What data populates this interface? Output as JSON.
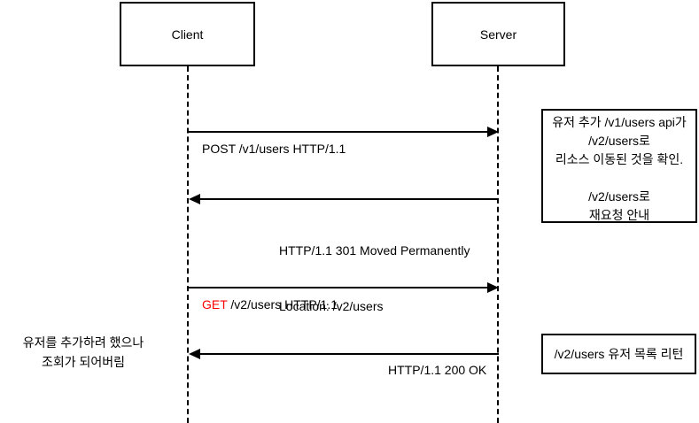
{
  "diagram": {
    "actors": {
      "client": "Client",
      "server": "Server"
    },
    "messages": {
      "post_v1": "POST /v1/users HTTP/1.1",
      "moved_301_line1": "HTTP/1.1 301 Moved Permanently",
      "moved_301_line2": "Location: /v2/users",
      "get_v2_method": "GET",
      "get_v2_rest": " /v2/users HTTP/1.1",
      "ok_200": "HTTP/1.1 200 OK"
    },
    "notes": {
      "server_note_lines": [
        "유저 추가 /v1/users api가",
        "/v2/users로",
        "리소스 이동된 것을 확인.",
        "",
        "/v2/users로",
        "재요청 안내"
      ],
      "client_note_line1": "유저를 추가하려 했으나",
      "client_note_line2": "조회가 되어버림",
      "server_return_note": "/v2/users 유저 목록 리턴"
    },
    "colors": {
      "stroke": "#000000",
      "method_highlight": "#ff0000",
      "background": "#ffffff"
    }
  }
}
